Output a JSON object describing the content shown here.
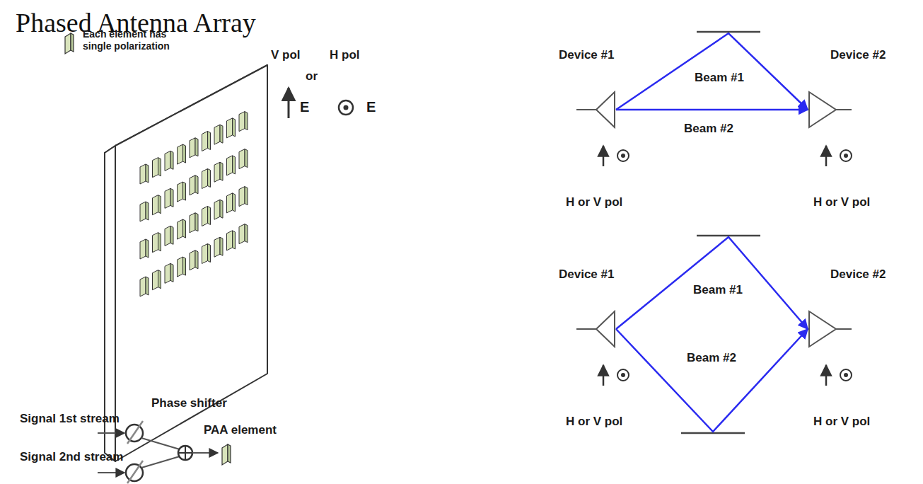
{
  "diagram": {
    "title": "Phased Antenna Array",
    "nodes": [
      {
        "text": [
          "Device #1"
        ]
      },
      {
        "text": [
          "Device #2"
        ]
      },
      {
        "text": [
          "Device #1"
        ]
      },
      {
        "text": [
          "Device #2"
        ]
      }
    ],
    "edges": [
      {
        "from": 0,
        "to": 1,
        "arrow": "to",
        "label": "Beam #1"
      },
      {
        "from": 0,
        "to": 1,
        "arrow": "to",
        "label": "Beam #2"
      },
      {
        "from": 2,
        "to": 3,
        "arrow": "to",
        "label": "Beam #1"
      },
      {
        "from": 2,
        "to": 3,
        "arrow": "to",
        "label": "Beam #2"
      }
    ],
    "labels": [
      "Each element has single polarization",
      "V pol",
      "or",
      "H pol",
      "E",
      "E",
      "Phase shifter",
      "Signal 1st stream",
      "Signal 2nd stream",
      "PAA element",
      "H or V pol",
      "H or V pol",
      "H or V pol",
      "H or V pol"
    ]
  }
}
